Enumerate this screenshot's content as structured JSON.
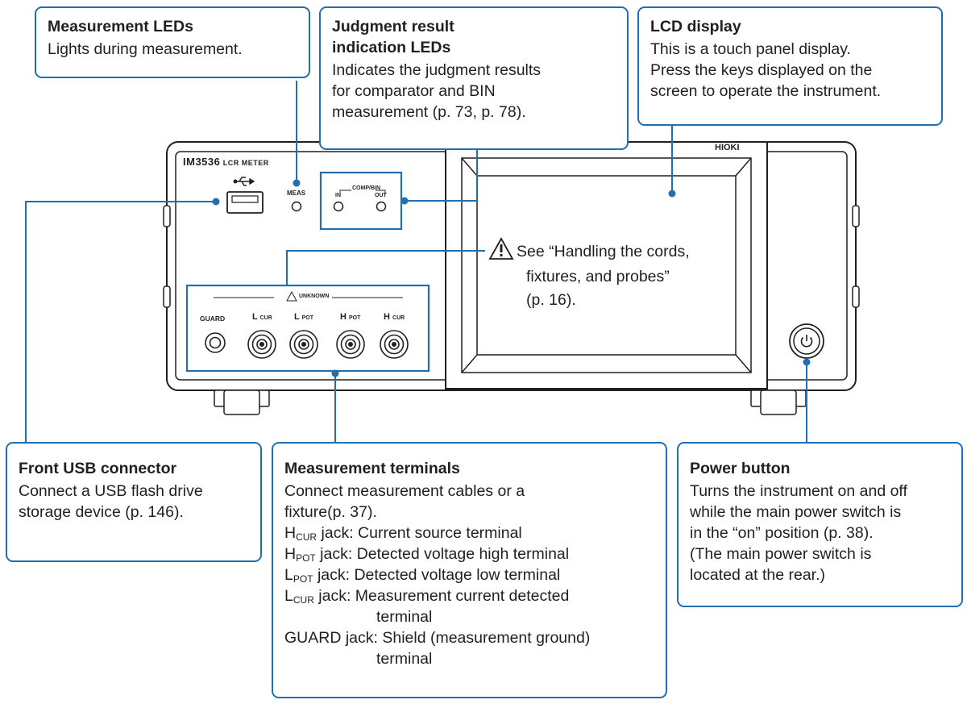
{
  "device": {
    "model": "IM3536",
    "model_sub": "LCR METER",
    "brand": "HIOKI",
    "meas_label": "MEAS",
    "comp_bin_label": "COMP/BIN",
    "in_label": "IN",
    "out_label": "OUT",
    "unknown_label": "UNKNOWN",
    "terminals": [
      {
        "main": "GUARD",
        "sub": ""
      },
      {
        "main": "L",
        "sub": "CUR"
      },
      {
        "main": "L",
        "sub": "POT"
      },
      {
        "main": "H",
        "sub": "POT"
      },
      {
        "main": "H",
        "sub": "CUR"
      }
    ]
  },
  "callouts": {
    "meas_leds": {
      "title": "Measurement LEDs",
      "desc": "Lights during measurement."
    },
    "judgment": {
      "title_1": "Judgment result",
      "title_2": "indication LEDs",
      "line_1": "Indicates the judgment results",
      "line_2": "for comparator and BIN",
      "line_3": "measurement (p. 73, p. 78)."
    },
    "lcd": {
      "title": "LCD display",
      "line_1": "This is a touch panel display.",
      "line_2": "Press the keys displayed on the",
      "line_3": "screen to operate the instrument."
    },
    "usb": {
      "title": "Front USB connector",
      "line_1": "Connect a USB flash drive",
      "line_2": "storage device (p. 146)."
    },
    "terminals": {
      "title": "Measurement terminals",
      "line_1": "Connect measurement cables or a",
      "line_2": "fixture(p. 37).",
      "hcur_main": "H",
      "hcur_sub": "CUR",
      "hcur_desc": " jack: Current source terminal",
      "hpot_main": "H",
      "hpot_sub": "POT",
      "hpot_desc": " jack: Detected voltage high terminal",
      "lpot_main": "L",
      "lpot_sub": "POT",
      "lpot_desc": " jack: Detected voltage low terminal",
      "lcur_main": "L",
      "lcur_sub": "CUR",
      "lcur_desc": " jack: Measurement current detected",
      "lcur_cont": "terminal",
      "guard_desc": "GUARD jack: Shield (measurement ground)",
      "guard_cont": "terminal"
    },
    "power": {
      "title": "Power button",
      "line_1": "Turns the instrument on and off",
      "line_2": "while the main power switch is",
      "line_3": "in the “on” position (p. 38).",
      "line_4": "(The main power switch is",
      "line_5": "located at the rear.)"
    }
  },
  "warning": {
    "line_1": "See “Handling the cords,",
    "line_2": "fixtures, and probes”",
    "line_3": "(p. 16)."
  }
}
